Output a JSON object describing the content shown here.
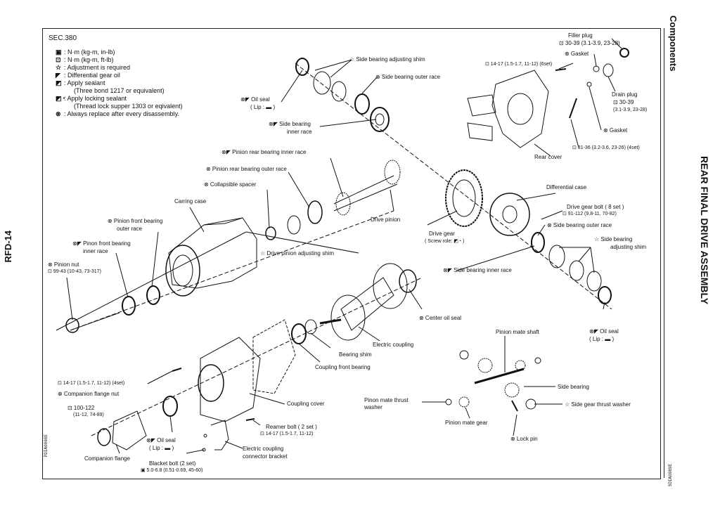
{
  "side": {
    "page_number": "RFD-14",
    "section_title": "REAR FINAL DRIVE ASSEMBLY",
    "subsection": "Components",
    "code_left": "PDIA0060E",
    "code_right": "SDIA0089E"
  },
  "sec": "SEC.380",
  "legend": [
    {
      "sym": "▣",
      "text": ": N·m (kg-m, in-lb)"
    },
    {
      "sym": "⊡",
      "text": ": N·m (kg-m, ft-lb)"
    },
    {
      "sym": "☆",
      "text": ": Adjustment is required"
    },
    {
      "sym": "◤",
      "text": ": Differential gear oil"
    },
    {
      "sym": "◩",
      "text": ": Apply sealant"
    },
    {
      "sym": "",
      "text": "(Three bond 1217 or equivalent)"
    },
    {
      "sym": "◩◔",
      "text": ": Apply locking sealant"
    },
    {
      "sym": "",
      "text": "(Thread lock supper 1303 or eqivalent)"
    },
    {
      "sym": "⊗",
      "text": ": Always replace after every disassembly."
    }
  ],
  "labels": {
    "filler_plug": "Filler plug",
    "filler_torque": "⊡ 30-39 (3.1-3.9, 23-28)",
    "gasket_top": "⊗ Gasket",
    "rear_cover_bolt": "⊡ 14-17 (1.5-1.7, 11-12) (6set)",
    "side_shim_top": "☆ Side bearing adjusting shim",
    "side_outer_top": "⊗ Side bearing outer race",
    "oil_seal_top": "⊗◤ Oil seal",
    "oil_seal_top_lip": "( Lip : ▬ )",
    "side_inner_top_1": "⊗◤ Side bearing",
    "side_inner_top_2": "inner race",
    "drain_plug": "Drain plug",
    "drain_torque_1": "⊡ 30-39",
    "drain_torque_2": "(3.1-3.9, 23-28)",
    "gasket_mid": "⊗ Gasket",
    "rear_cover_torque": "⊡ 31-36 (3.2-3.6, 23-26) (4set)",
    "rear_cover": "Rear cover",
    "pinion_rear_inner": "⊗◤ Pinion rear bearing inner race",
    "pinion_rear_outer": "⊗ Pinion rear bearing outer race",
    "collapsible_spacer": "⊗ Collapsible spacer",
    "carrier_case": "Carring case",
    "drive_pinion": "Drive pinion",
    "differential_case": "Differential case",
    "drive_gear_bolt": "Drive gear bolt  ( 8 set )",
    "drive_gear_bolt_torque": "⊡ 91-112 (9.8-11, 70-82)",
    "pinion_front_outer_1": "⊗ Pinion front bearing",
    "pinion_front_outer_2": "outer race",
    "pinion_front_inner_1": "⊗◤ Pinon front bearing",
    "pinion_front_inner_2": "inner race",
    "pinion_nut": "⊗ Pinion nut",
    "pinion_nut_torque": "⊡ 99-43 (10-43, 73-317)",
    "drive_pinion_shim": "☆ Drive pinion adjusting shim",
    "drive_gear": "Drive gear",
    "drive_gear_screw": "( Screw role: ◩◔ )",
    "side_outer_right": "⊗ Side bearing outer race",
    "side_shim_right_1": "☆ Side bearing",
    "side_shim_right_2": "adjusting shim",
    "side_inner_right": "⊗◤ Side bearing inner race",
    "center_oil_seal": "⊗ Center oil seal",
    "oil_seal_right": "⊗◤ Oil seal",
    "oil_seal_right_lip": "( Lip : ▬ )",
    "electric_coupling": "Electric coupling",
    "bearing_shim": "Bearing shim",
    "coupling_front_bearing": "Coupling front bearing",
    "pinion_mate_shaft": "Pinion mate shaft",
    "side_bearing": "Side bearing",
    "side_gear_washer": "☆ Side gear thrust washer",
    "pinion_mate_washer_1": "Pinon mate thrust",
    "pinion_mate_washer_2": "washer",
    "pinion_mate_gear": "Pinion mate gear",
    "lock_pin": "⊗ Lock pin",
    "coupling_cover_bolt": "⊡ 14-17 (1.5-1.7, 11-12) (4set)",
    "companion_nut": "⊗ Companion flange nut",
    "companion_torque_1": "⊡ 100-122",
    "companion_torque_2": "(11-12, 74-89)",
    "coupling_cover": "Coupling cover",
    "reamer_bolt": "Reamer bolt  ( 2 set )",
    "reamer_torque": "⊡ 14-17 (1.5-1.7, 11-12)",
    "oil_seal_low": "⊗◤ Oil seal",
    "oil_seal_low_lip": "( Lip : ▬ )",
    "companion_flange": "Companion flange",
    "bracket_bolt": "Blacket bolt (2 set)",
    "bracket_torque": "▣ 5.0-6.8 (0.51-0.69, 45-60)",
    "connector_bracket_1": "Electric coupling",
    "connector_bracket_2": "connector bracket"
  }
}
